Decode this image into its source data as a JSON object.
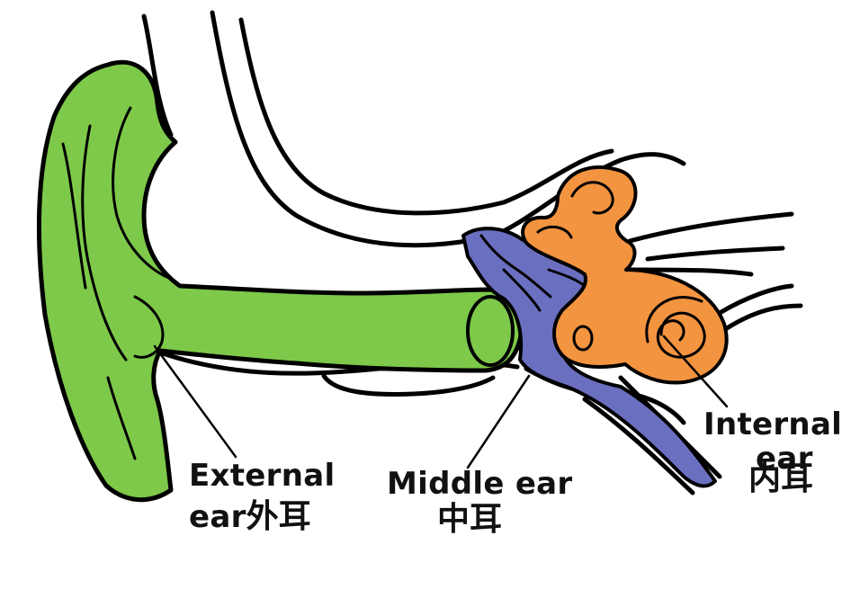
{
  "labels": {
    "external": {
      "line1": "External",
      "line2_en": "ear",
      "line2_zh": "外耳"
    },
    "middle": {
      "line1": "Middle ear",
      "line2": "中耳"
    },
    "internal": {
      "line1": "Internal",
      "line2": "ear",
      "line3": "内耳"
    }
  },
  "colors": {
    "external_ear": "#7ec94a",
    "middle_ear": "#6b6fc0",
    "internal_ear": "#f39440",
    "outline": "#000000",
    "background": "#ffffff"
  }
}
